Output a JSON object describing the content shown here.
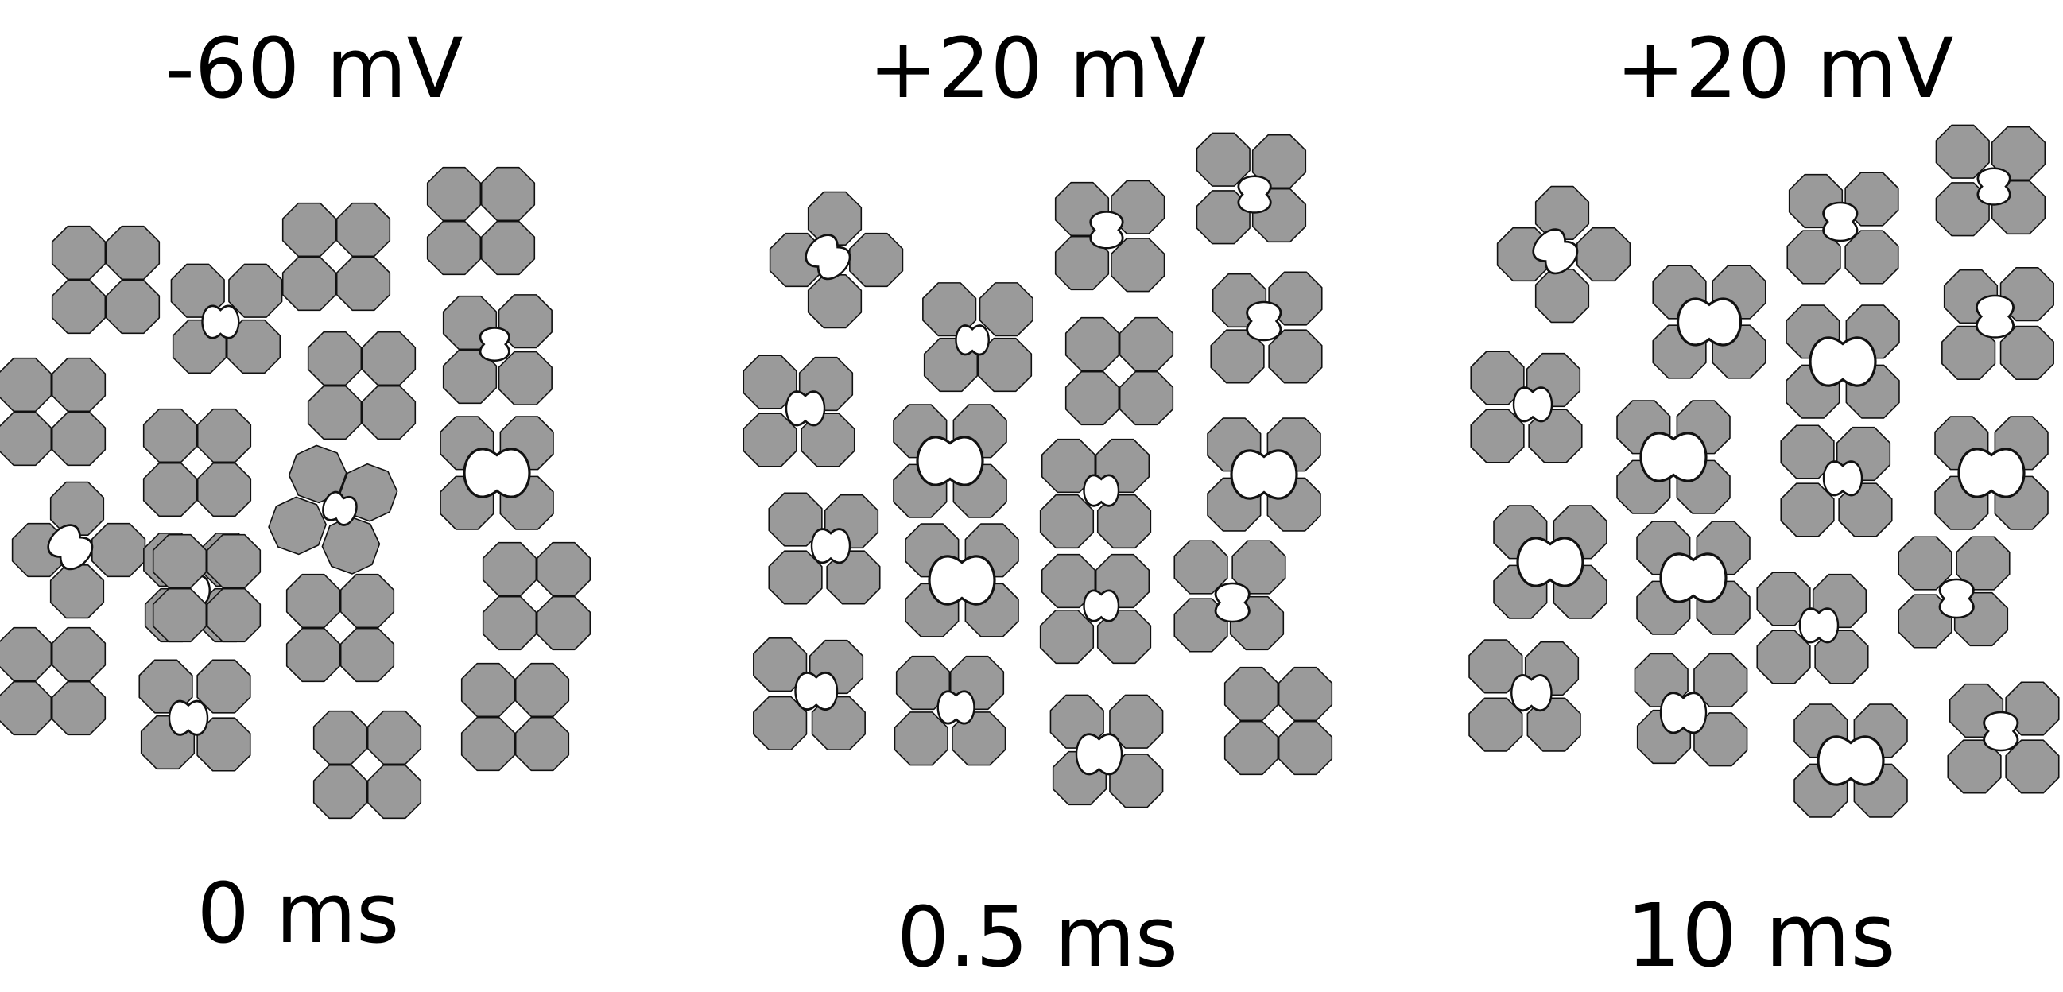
{
  "panels": [
    {
      "voltage": "-60 mV",
      "time": "0 ms"
    },
    {
      "voltage": "+20 mV",
      "time": "0.5 ms"
    },
    {
      "voltage": "+20 mV",
      "time": "10 ms"
    }
  ],
  "colors": {
    "subunit_fill": "#9a9a9a",
    "outline": "#111111",
    "background": "#ffffff"
  },
  "icon": "tetrameric-ion-channel-icon"
}
